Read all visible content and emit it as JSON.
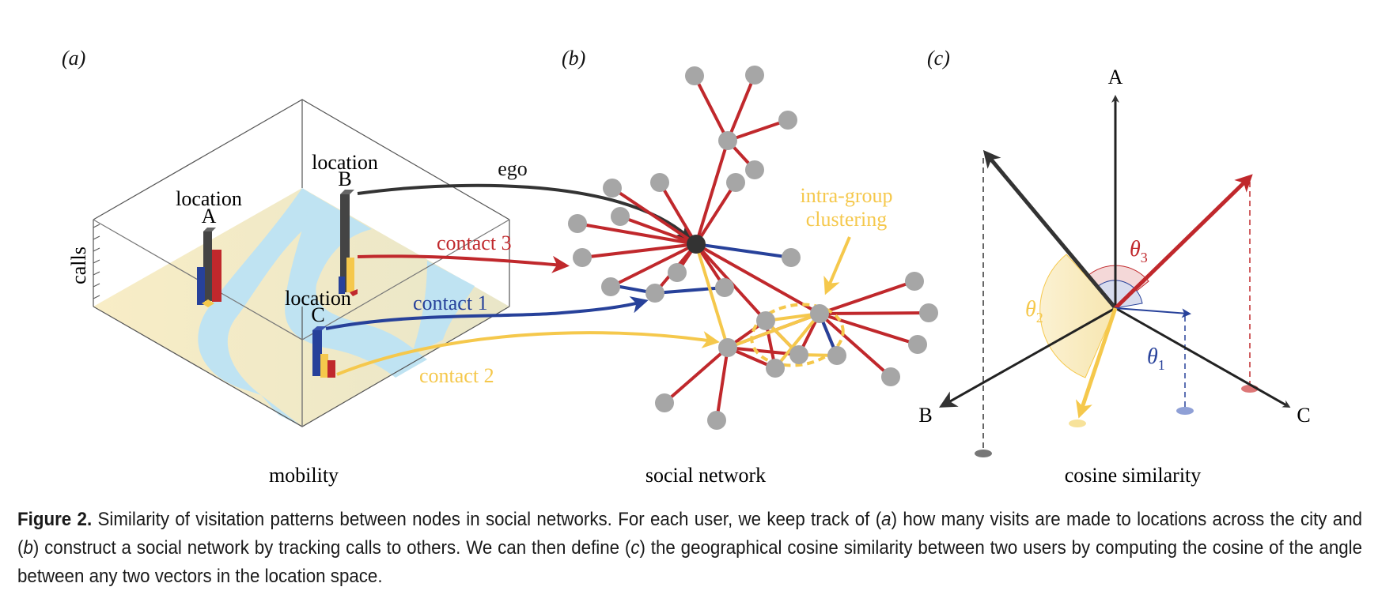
{
  "panels": {
    "a": {
      "label": "(a)",
      "subtitle": "mobility",
      "axis_label": "calls",
      "locations": [
        {
          "line1": "location",
          "line2": "A"
        },
        {
          "line1": "location",
          "line2": "B"
        },
        {
          "line1": "location",
          "line2": "C"
        }
      ],
      "arrow_labels": {
        "ego": "ego",
        "contact3": "contact 3",
        "contact1": "contact 1",
        "contact2": "contact 2"
      }
    },
    "b": {
      "label": "(b)",
      "subtitle": "social network",
      "annotation_line1": "intra-group",
      "annotation_line2": "clustering"
    },
    "c": {
      "label": "(c)",
      "subtitle": "cosine similarity",
      "axes": {
        "A": "A",
        "B": "B",
        "C": "C"
      },
      "angles": {
        "theta1": "θ",
        "theta1_sub": "1",
        "theta2": "θ",
        "theta2_sub": "2",
        "theta3": "θ",
        "theta3_sub": "3"
      }
    }
  },
  "colors": {
    "red": "#c0282c",
    "blue": "#27419a",
    "yellow": "#f5c84c",
    "dark": "#333333",
    "node": "#a6a6a6",
    "map_water": "#bfe3f2",
    "map_land": "#f6ecc4"
  },
  "caption": {
    "figure_label": "Figure 2.",
    "seg1": " Similarity of visitation patterns between nodes in social networks. For each user, we keep track of (",
    "a": "a",
    "seg2": ") how many visits are made to locations across the city and (",
    "b": "b",
    "seg3": ") construct a social network by tracking calls to others. We can then define (",
    "c": "c",
    "seg4": ") the geographical cosine similarity between two users by computing the cosine of the angle between any two vectors in the location space."
  }
}
